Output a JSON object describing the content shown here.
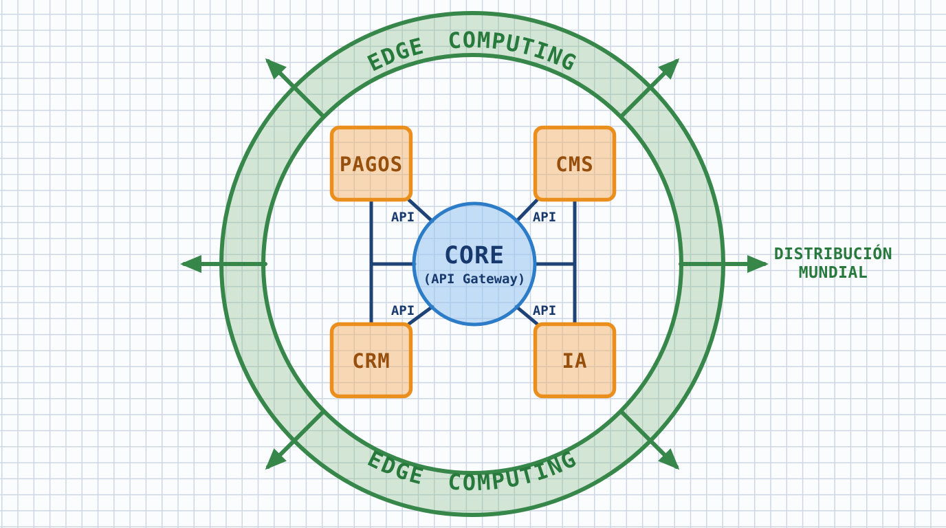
{
  "diagram": {
    "title_context": "core-edge-architecture",
    "core": {
      "title": "CORE",
      "subtitle": "(API Gateway)"
    },
    "nodes": [
      {
        "id": "pagos",
        "label": "PAGOS",
        "position": "top-left"
      },
      {
        "id": "cms",
        "label": "CMS",
        "position": "top-right"
      },
      {
        "id": "crm",
        "label": "CRM",
        "position": "bottom-left"
      },
      {
        "id": "ia",
        "label": "IA",
        "position": "bottom-right"
      }
    ],
    "api_labels": {
      "top_left": "API",
      "top_right": "API",
      "bottom_left": "API",
      "bottom_right": "API"
    },
    "ring": {
      "label_top": "EDGE COMPUTING",
      "label_bottom": "EDGE COMPUTING"
    },
    "annotation": {
      "line1": "DISTRIBUCIÓN",
      "line2": "MUNDIAL"
    },
    "colors": {
      "green_stroke": "#37864a",
      "green_text": "#27793c",
      "green_band_fill": "rgba(130,185,130,0.33)",
      "navy_line": "#1f4377",
      "navy_text": "#17396d",
      "core_border": "#2c7cc8",
      "core_fill": "rgba(150,195,240,0.55)",
      "node_border": "#ea8f1e",
      "node_fill": "rgba(245,172,92,0.45)",
      "node_text": "#964f0d",
      "grid_line": "#cdd7e3",
      "background": "#fbfcfe"
    }
  }
}
